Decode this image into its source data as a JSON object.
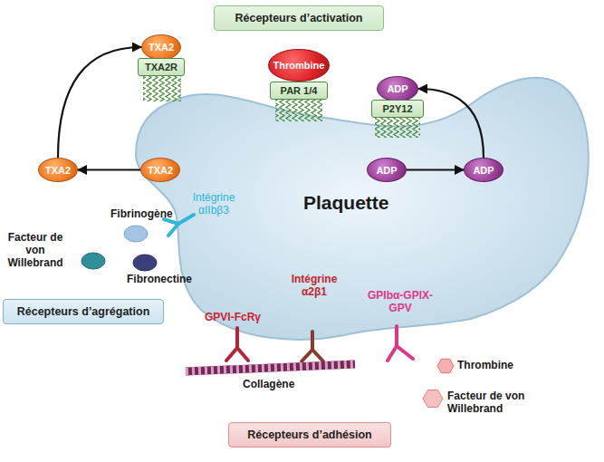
{
  "diagram": {
    "nodes": [
      {
        "text": [
          "Récepteurs d’activation"
        ]
      },
      {
        "text": [
          "TXA2"
        ]
      },
      {
        "text": [
          "Thrombine"
        ]
      },
      {
        "text": [
          "ADP"
        ]
      },
      {
        "text": [
          "TXA2R"
        ]
      },
      {
        "text": [
          "PAR 1/4"
        ]
      },
      {
        "text": [
          "P2Y12"
        ]
      },
      {
        "text": [
          "TXA2"
        ]
      },
      {
        "text": [
          "Plaquette"
        ]
      },
      {
        "text": [
          "TXA2"
        ],
        "in": 8
      },
      {
        "text": [
          "ADP"
        ],
        "in": 8
      },
      {
        "text": [
          "ADP"
        ],
        "in": 8
      },
      {
        "text": [
          "Récepteurs d’agrégation"
        ]
      },
      {
        "text": [
          "Récepteurs d’adhésion"
        ]
      }
    ],
    "edges": [
      {
        "from": 9,
        "to": 7,
        "arrow": "to"
      },
      {
        "from": 7,
        "to": 1,
        "arrow": "to"
      },
      {
        "from": 10,
        "to": 11,
        "arrow": "to"
      },
      {
        "from": 11,
        "to": 3,
        "arrow": "to"
      }
    ],
    "labels": [
      "Intégrine αIIbβ3",
      "Fibrinogène",
      "Facteur de von Willebrand",
      "Fibronectine",
      "Intégrine α2β1",
      "GPVI-FcRγ",
      "GPIbα-GPIX-GPV",
      "Thrombine",
      "Collagène",
      "Facteur de von Willebrand"
    ]
  }
}
